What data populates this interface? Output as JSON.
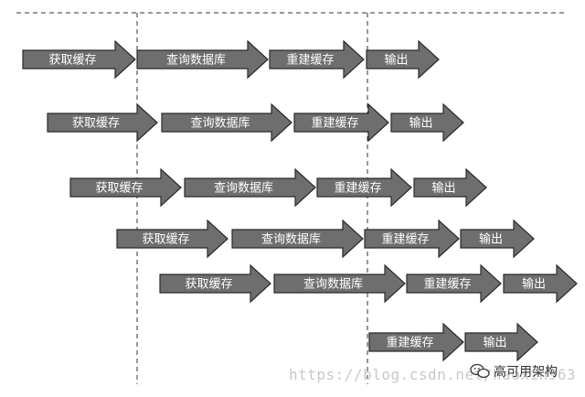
{
  "diagram": {
    "rows": [
      {
        "steps": [
          "获取缓存",
          "查询数据库",
          "重建缓存",
          "输出"
        ]
      },
      {
        "steps": [
          "获取缓存",
          "查询数据库",
          "重建缓存",
          "输出"
        ]
      },
      {
        "steps": [
          "获取缓存",
          "查询数据库",
          "重建缓存",
          "输出"
        ]
      },
      {
        "steps": [
          "获取缓存",
          "查询数据库",
          "重建缓存",
          "输出"
        ]
      },
      {
        "steps": [
          "获取缓存",
          "查询数据库",
          "重建缓存",
          "输出"
        ]
      },
      {
        "steps": [
          "重建缓存",
          "输出"
        ]
      }
    ]
  },
  "colors": {
    "arrow_fill": "#6e6e6e",
    "arrow_stroke": "#2a2a2a",
    "arrow_text": "#ffffff",
    "dashed_line": "#333333"
  },
  "watermark": {
    "url": "https://blog.csdn.net/haoxin963",
    "brand": "高可用架构",
    "brand_icon": "wechat-logo-icon"
  }
}
